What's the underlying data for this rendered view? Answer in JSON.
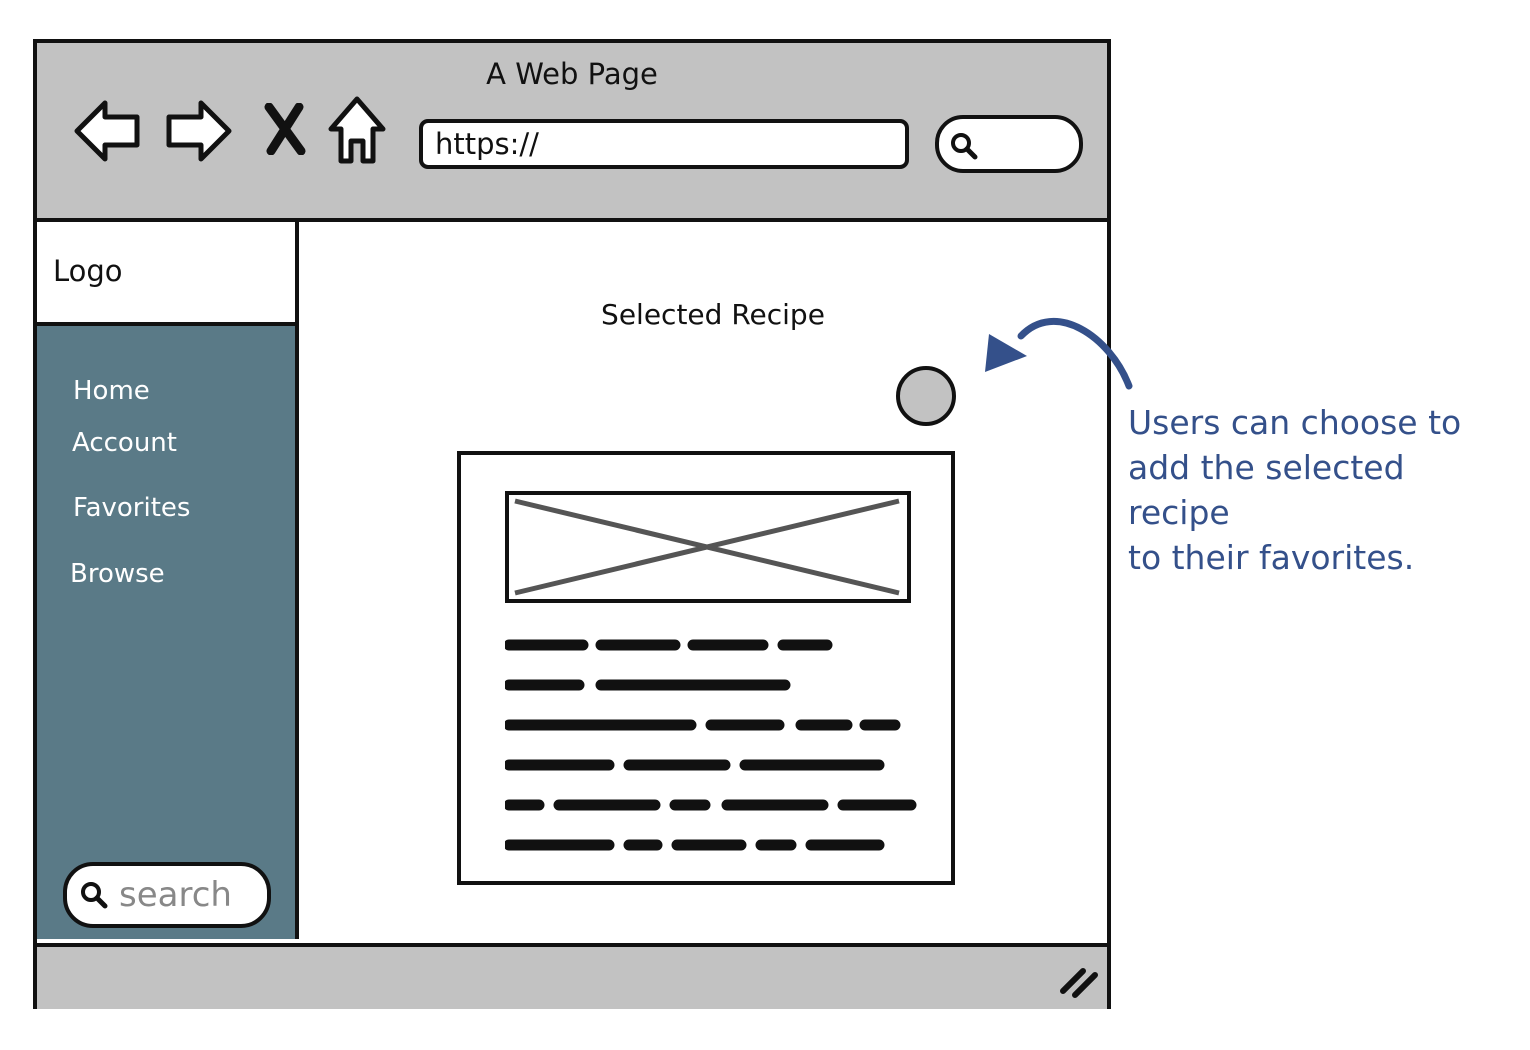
{
  "window": {
    "title": "A Web Page",
    "url": "https://"
  },
  "toolbar": {
    "icons": [
      "back-arrow-icon",
      "forward-arrow-icon",
      "close-x-icon",
      "home-icon",
      "search-icon"
    ]
  },
  "sidebar": {
    "logo": "Logo",
    "items": [
      {
        "label": "Home"
      },
      {
        "label": "Account"
      },
      {
        "label": "Favorites"
      },
      {
        "label": "Browse"
      }
    ],
    "search_placeholder": "search",
    "background_color": "#5a7a87"
  },
  "main": {
    "title": "Selected Recipe"
  },
  "annotation": {
    "lines": [
      "Users can choose to",
      "add the selected",
      "recipe",
      "to their favorites."
    ],
    "color": "#34508a"
  }
}
